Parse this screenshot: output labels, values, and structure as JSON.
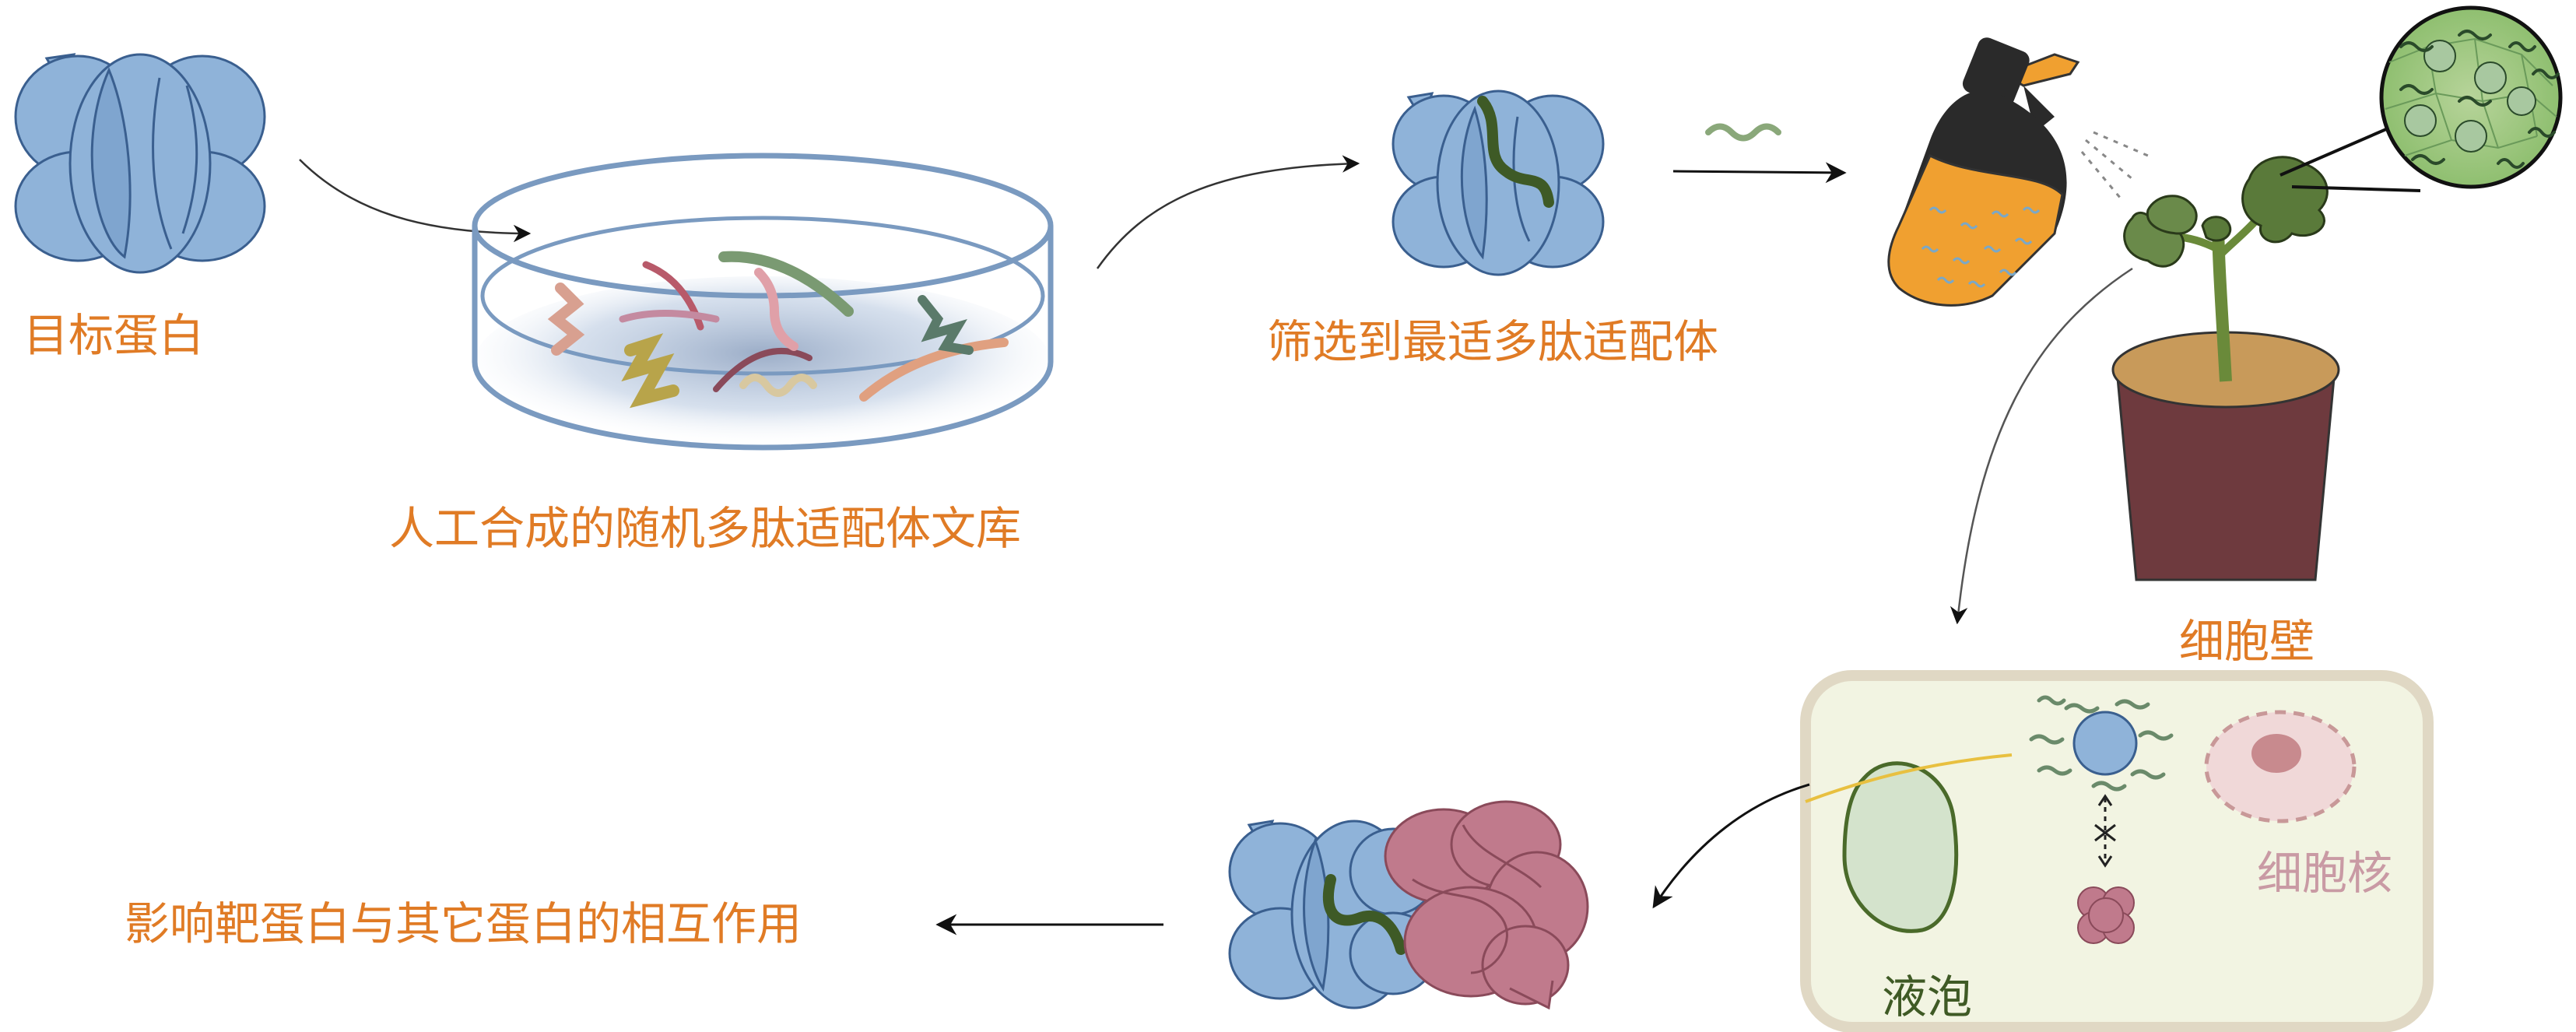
{
  "labels": {
    "target_protein": "目标蛋白",
    "library": "人工合成的随机多肽适配体文库",
    "screened": "筛选到最适多肽适配体",
    "cell_wall": "细胞壁",
    "nucleus": "细胞核",
    "vacuole": "液泡",
    "effect": "影响靶蛋白与其它蛋白的相互作用"
  },
  "colors": {
    "label_orange": "#e07b25",
    "protein_blue": "#8fb3d9",
    "peptide_green": "#5a7a3a",
    "interactor_pink": "#c07a8c",
    "cell_fill": "#eef2dc",
    "pot": "#6e3a3e",
    "sprayer": "#f0a030"
  },
  "icons": [
    "target-protein-icon",
    "petri-dish-icon",
    "protein-aptamer-icon",
    "peptide-icon",
    "sprayer-icon",
    "plant-icon",
    "leaf-cells-magnifier-icon",
    "plant-cell-icon",
    "protein-complex-icon"
  ]
}
